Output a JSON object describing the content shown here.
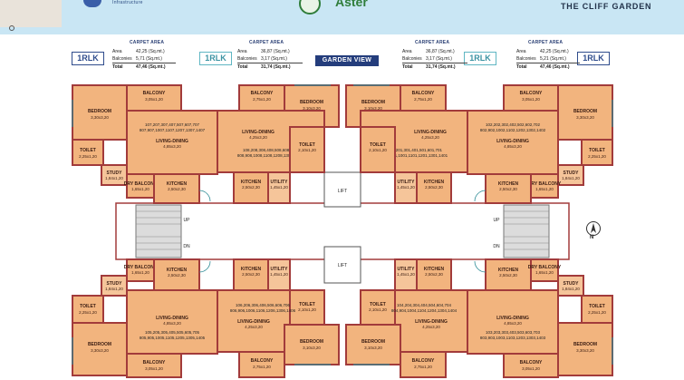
{
  "header": {
    "developer_tagline": "Infrastructure",
    "brand": "Aster",
    "project_title": "THE CLIFF GARDEN"
  },
  "unit_badges": {
    "left_1": "1RLK",
    "left_2": "1RLK",
    "right_1": "1RLK",
    "right_2": "1RLK"
  },
  "carpet_area": {
    "heading": "CARPET AREA",
    "labels": {
      "area": "Area",
      "balconies": "Balconies",
      "total": "Total"
    },
    "units": [
      {
        "area": "42,25 (Sq.mt.)",
        "balconies": "5,71 (Sq.mt.)",
        "total": "47,46 (Sq.mt.)"
      },
      {
        "area": "36,87 (Sq.mt.)",
        "balconies": "3,17 (Sq.mt.)",
        "total": "31,74 (Sq.mt.)"
      },
      {
        "area": "36,87 (Sq.mt.)",
        "balconies": "3,17 (Sq.mt.)",
        "total": "31,74 (Sq.mt.)"
      },
      {
        "area": "42,25 (Sq.mt.)",
        "balconies": "5,21 (Sq.mt.)",
        "total": "47,46 (Sq.mt.)"
      }
    ]
  },
  "garden_view": "GARDEN VIEW",
  "rooms": {
    "balcony": "BALCONY",
    "bedroom": "BEDROOM",
    "living_dining": "LIVING-DINING",
    "toilet": "TOILET",
    "study": "STUDY",
    "dry_balcony": "DRY BALCONY",
    "kitchen": "KITCHEN",
    "utility": "UTILITY",
    "lift": "LIFT",
    "up": "UP",
    "dn": "DN",
    "north": "N"
  },
  "dimensions": {
    "balcony_a": "3,05x1,20",
    "balcony_b": "2,75x1,20",
    "bedroom_a": "3,30x3,20",
    "bedroom_b": "3,10x3,20",
    "living_a": "4,85x3,20",
    "living_b": "4,25x3,20",
    "toilet_a": "2,25x1,20",
    "toilet_b": "2,10x1,20",
    "study": "1,84x1,20",
    "kitchen": "2,50x2,30",
    "kitchen_b": "2,50x2,30",
    "utility": "1,45x1,20",
    "dry": "1,65x1,20"
  },
  "unit_numbers": {
    "u1": "107,207,307,407,507,607,707",
    "u1b": "807,907,1007,1107,1207,1307,1407",
    "u2": "108,208,308,408,508,608,708",
    "u2b": "808,908,1008,1108,1208,1308,1408",
    "u3": "101,201,301,401,501,601,701",
    "u3b": "801,901,1001,1101,1201,1301,1401",
    "u4": "102,202,302,402,502,602,702",
    "u4b": "802,902,1002,1102,1202,1302,1402",
    "u5": "105,205,305,405,505,605,705",
    "u5b": "805,905,1005,1105,1205,1305,1405",
    "u6": "106,206,306,406,506,606,706",
    "u6b": "806,906,1006,1106,1206,1306,1406",
    "u7": "104,204,304,404,504,604,704",
    "u7b": "804,904,1004,1104,1204,1304,1404",
    "u8": "103,203,303,403,503,603,703",
    "u8b": "803,903,1003,1103,1203,1303,1403"
  },
  "colors": {
    "room_fill": "#f2b47e",
    "wall": "#a23b3b",
    "header_bg": "#c9e6f4",
    "brand_green": "#2f7d3a",
    "badge_blue": "#2f4c8c",
    "badge_teal": "#5fb6c3"
  }
}
